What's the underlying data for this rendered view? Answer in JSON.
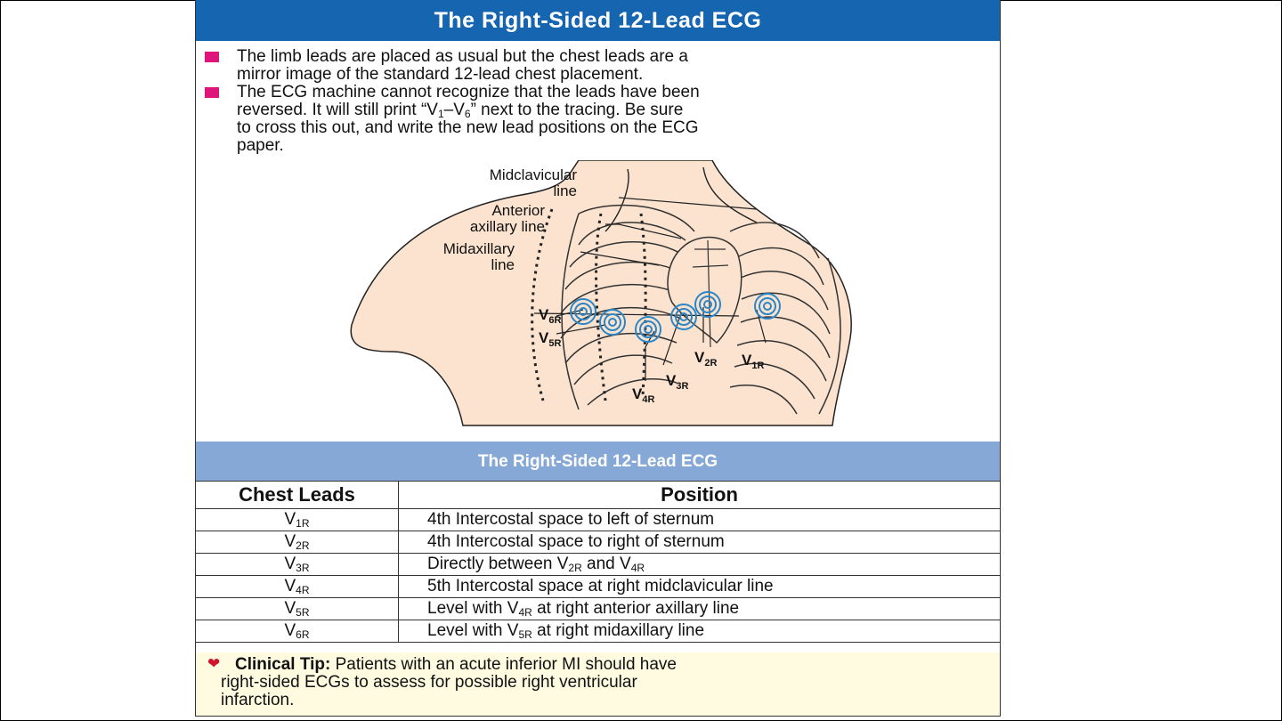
{
  "title": "The Right-Sided 12-Lead ECG",
  "bullets": [
    {
      "line1": "The limb leads are placed as usual but the chest leads are a",
      "line2": "mirror image of the standard 12-lead chest placement."
    },
    {
      "line1": "The ECG machine cannot recognize that the leads have been",
      "line2a": "reversed. It will still print “V",
      "line2b": "–V",
      "line2c": "” next to the tracing. Be sure",
      "line3": "to cross this out, and write the new lead positions on the ECG",
      "line4": "paper.",
      "sub1": "1",
      "sub6": "6"
    }
  ],
  "diagram": {
    "midclavicular_1": "Midclavicular",
    "midclavicular_2": "line",
    "anterior_1": "Anterior",
    "anterior_2": "axillary line",
    "midaxillary_1": "Midaxillary",
    "midaxillary_2": "line",
    "lead_letter": "V",
    "v6r_sub": "6R",
    "v5r_sub": "5R",
    "v4r_sub": "4R",
    "v3r_sub": "3R",
    "v2r_sub": "2R",
    "v1r_sub": "1R"
  },
  "table": {
    "caption": "The Right-Sided 12-Lead ECG",
    "header_lead": "Chest Leads",
    "header_position": "Position",
    "rows": [
      {
        "lead": "V",
        "sub": "1R",
        "pos_a": "4th Intercostal space to left of sternum"
      },
      {
        "lead": "V",
        "sub": "2R",
        "pos_a": "4th Intercostal space to right of sternum"
      },
      {
        "lead": "V",
        "sub": "3R",
        "pos_a": "Directly between V",
        "sub_a": "2R",
        "pos_b": " and V",
        "sub_b": "4R"
      },
      {
        "lead": "V",
        "sub": "4R",
        "pos_a": "5th Intercostal space at right midclavicular line"
      },
      {
        "lead": "V",
        "sub": "5R",
        "pos_a": "Level with V",
        "sub_a": "4R",
        "pos_b": " at right anterior axillary line"
      },
      {
        "lead": "V",
        "sub": "6R",
        "pos_a": "Level with V",
        "sub_a": "5R",
        "pos_b": " at right midaxillary line"
      }
    ]
  },
  "tip": {
    "label": "Clinical Tip:",
    "line1": " Patients with an acute inferior MI should have",
    "line2": "right-sided ECGs to assess for possible right ventricular",
    "line3": "infarction."
  },
  "colors": {
    "title_bar": "#1565b0",
    "sub_bar": "#86a8d6",
    "bullet": "#e0157a",
    "tip_bg": "#fefbe0",
    "electrode": "#2b86c8",
    "skin": "#fbe3cf"
  },
  "icons": {
    "tip": "heart-icon",
    "bullet": "square-bullet-icon"
  }
}
